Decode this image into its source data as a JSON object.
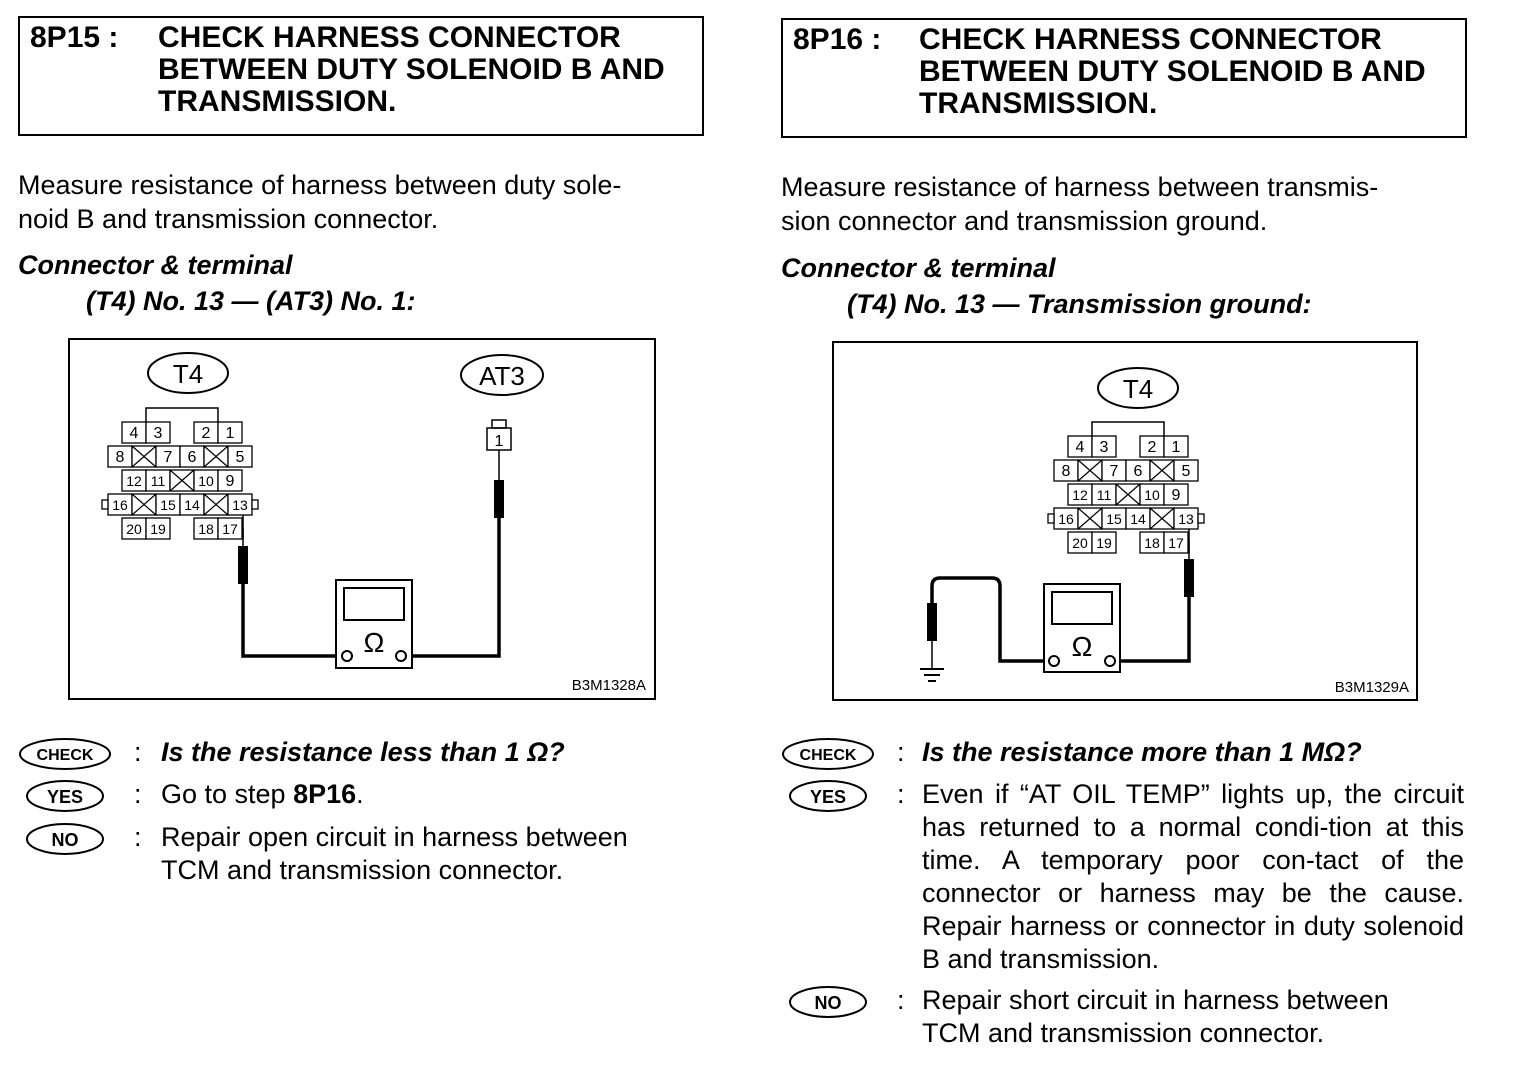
{
  "left": {
    "step_number": "8P15 :",
    "step_title": "CHECK HARNESS CONNECTOR\nBETWEEN DUTY SOLENOID B AND\nTRANSMISSION.",
    "description": "Measure resistance of harness between duty sole-\nnoid B and transmission connector.",
    "connector_terminal_title": "Connector & terminal",
    "connector_terminal_spec": "(T4) No. 13 — (AT3) No. 1:",
    "figure": {
      "connector_label": "T4",
      "connector2_label": "AT3",
      "pin_label": "1",
      "meter_symbol": "Ω",
      "figure_code": "B3M1328A",
      "terminals": [
        "4",
        "3",
        "2",
        "1",
        "8",
        "7",
        "6",
        "5",
        "12",
        "11",
        "10",
        "9",
        "16",
        "15",
        "14",
        "13",
        "20",
        "19",
        "18",
        "17"
      ]
    },
    "check": {
      "badge": "CHECK",
      "colon": ":",
      "question": "Is the resistance less than 1 Ω?"
    },
    "yes": {
      "badge": "YES",
      "colon": ":",
      "text_prefix": "Go to step ",
      "step_ref": "8P16",
      "text_suffix": "."
    },
    "no": {
      "badge": "NO",
      "colon": ":",
      "text": "Repair open circuit in harness between\nTCM and transmission connector."
    }
  },
  "right": {
    "step_number": "8P16 :",
    "step_title": "CHECK HARNESS CONNECTOR\nBETWEEN DUTY SOLENOID B AND\nTRANSMISSION.",
    "description": "Measure resistance of harness between transmis-\nsion connector and transmission ground.",
    "connector_terminal_title": "Connector & terminal",
    "connector_terminal_spec": "(T4) No. 13 — Transmission ground:",
    "figure": {
      "connector_label": "T4",
      "meter_symbol": "Ω",
      "figure_code": "B3M1329A",
      "terminals": [
        "4",
        "3",
        "2",
        "1",
        "8",
        "7",
        "6",
        "5",
        "12",
        "11",
        "10",
        "9",
        "16",
        "15",
        "14",
        "13",
        "20",
        "19",
        "18",
        "17"
      ]
    },
    "check": {
      "badge": "CHECK",
      "colon": ":",
      "question": "Is the resistance more than 1 MΩ?"
    },
    "yes": {
      "badge": "YES",
      "colon": ":",
      "text": "Even if “AT OIL TEMP” lights up, the circuit has returned to a normal condi-tion at this time. A temporary poor con-tact of the connector or harness may be the cause. Repair harness or connector in duty solenoid B and transmission."
    },
    "no": {
      "badge": "NO",
      "colon": ":",
      "text": "Repair short circuit in harness between\nTCM and transmission connector."
    }
  }
}
